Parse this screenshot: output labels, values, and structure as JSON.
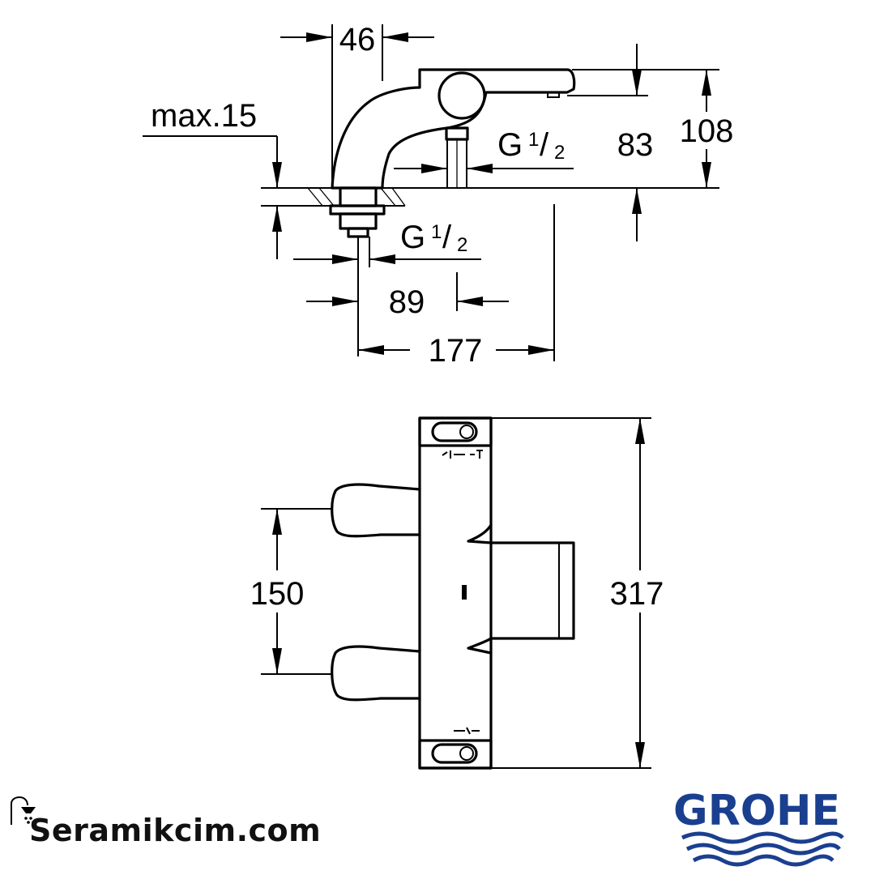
{
  "dimensions": {
    "d46": "46",
    "dmax15": "max.15",
    "d83": "83",
    "d108": "108",
    "thread_top": {
      "base": "G",
      "num": "1",
      "den": "2"
    },
    "thread_bottom": {
      "base": "G",
      "num": "1",
      "den": "2"
    },
    "d89": "89",
    "d177": "177",
    "d150": "150",
    "d317": "317"
  },
  "watermark": {
    "site": "Seramikcim.com",
    "icon": "shower-icon"
  },
  "logo": {
    "text": "GROHE",
    "color": "#1b3f8f"
  }
}
